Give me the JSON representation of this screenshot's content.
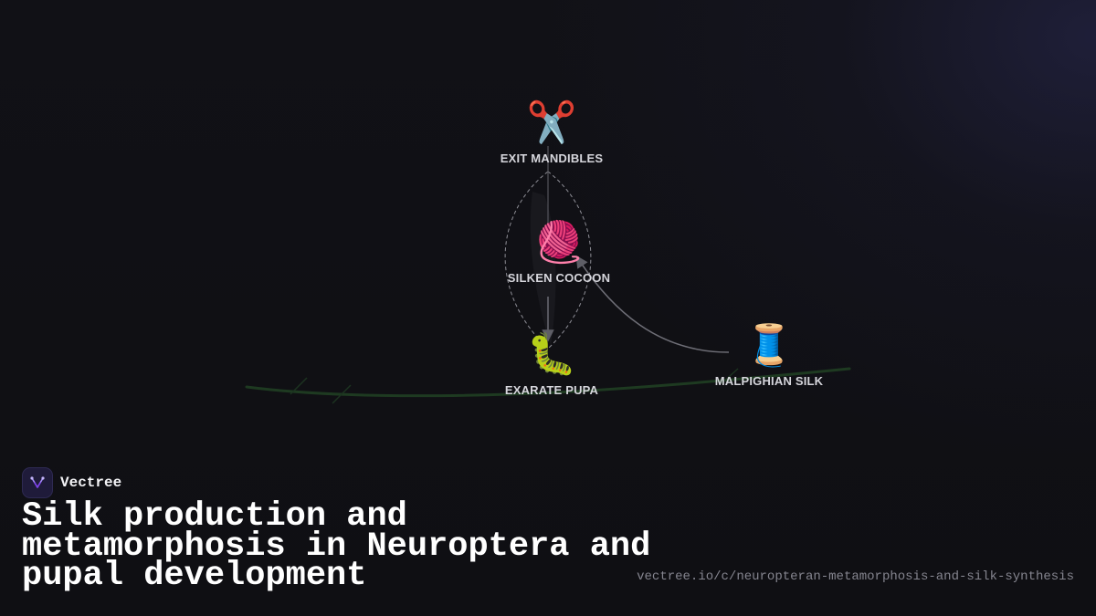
{
  "brand": {
    "name": "Vectree"
  },
  "title": "Silk production and metamorphosis in Neuroptera and pupal development",
  "source_url": "vectree.io/c/neuropteran-metamorphosis-and-silk-synthesis",
  "nodes": {
    "exit_mandibles": {
      "label": "EXIT MANDIBLES",
      "icon": "✂️",
      "icon_name": "scissors-icon"
    },
    "silken_cocoon": {
      "label": "SILKEN COCOON",
      "icon": "🧶",
      "icon_name": "yarn-ball-icon"
    },
    "exarate_pupa": {
      "label": "EXARATE PUPA",
      "icon": "🐛",
      "icon_name": "caterpillar-icon"
    },
    "malpighian_silk": {
      "label": "MALPIGHIAN SILK",
      "icon": "🧵",
      "icon_name": "thread-spool-icon"
    }
  },
  "colors": {
    "background": "#101015",
    "branch": "#1f3a22",
    "edge": "#7a7a82",
    "label": "#d6d6dc",
    "accent": "#8b5cf6"
  }
}
